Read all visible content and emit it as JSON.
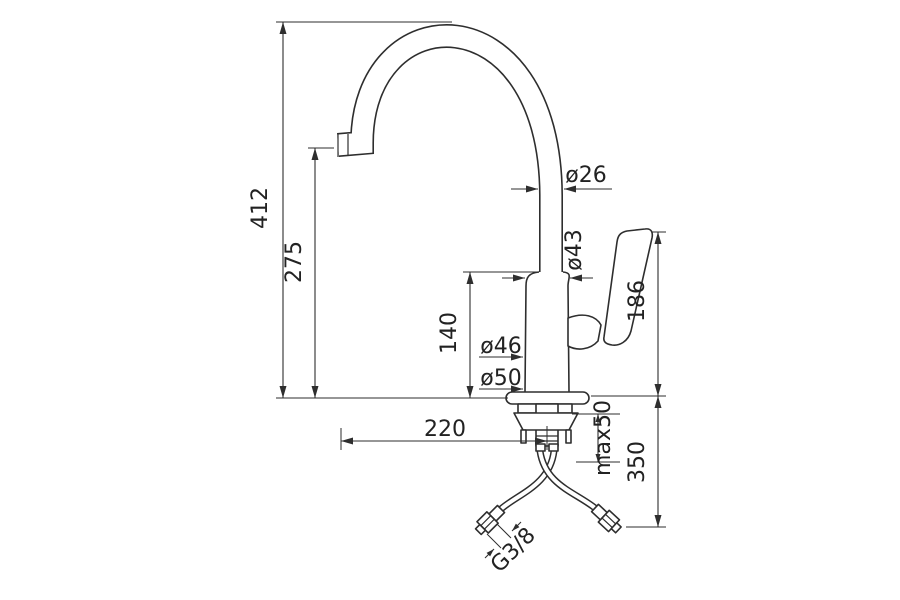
{
  "drawing": {
    "subject": "kitchen-faucet-dimension-drawing",
    "line_color": "#2e2e2e",
    "background": "#ffffff",
    "labels": {
      "total_height": "412",
      "spout_height": "275",
      "spout_tube_diameter": "ø26",
      "body_top_diameter": "ø43",
      "handle_height": "186",
      "body_height": "140",
      "body_diameter": "ø46",
      "base_diameter": "ø50",
      "spout_reach": "220",
      "max_deck_thickness": "max50",
      "hose_length": "350",
      "hose_thread": "G3/8"
    }
  }
}
